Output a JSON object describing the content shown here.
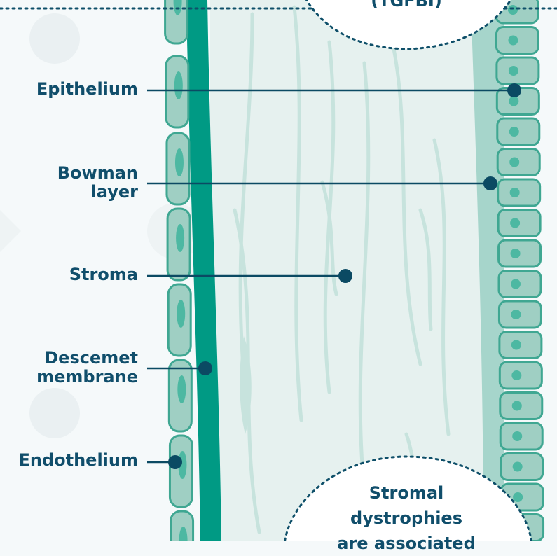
{
  "labels": {
    "epithelium": "Epithelium",
    "bowman_line1": "Bowman",
    "bowman_line2": "layer",
    "stroma": "Stroma",
    "descemet_line1": "Descemet",
    "descemet_line2": "membrane",
    "endothelium": "Endothelium"
  },
  "top_bubble": {
    "text": "(TGFBI)"
  },
  "bottom_bubble": {
    "line1": "Stromal",
    "line2": "dystrophies",
    "line3": "are associated"
  },
  "colors": {
    "background": "#f5f9fa",
    "stroma": "#e6f1ef",
    "fibers": "#c7e3dd",
    "bowman": "#a6d5cb",
    "cell_fill": "#9fcfc3",
    "cell_stroke": "#3fa792",
    "nucleus": "#4db8a2",
    "descemet": "#009a84",
    "label_text": "#104e6b",
    "leader_dot": "#0b4a63",
    "dotted_border": "#0e4f69"
  }
}
